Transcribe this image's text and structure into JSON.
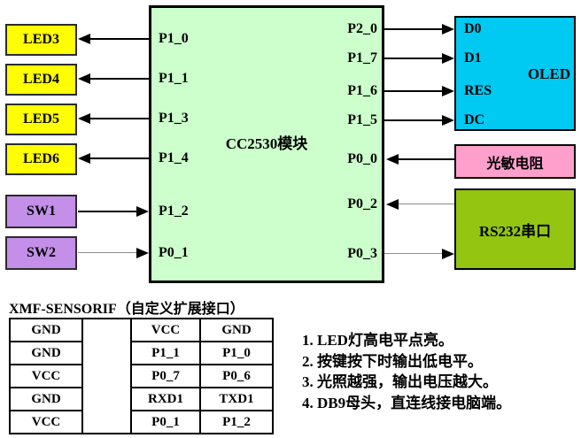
{
  "cc2530": {
    "label": "CC2530模块",
    "left_pins": [
      "P1_0",
      "P1_1",
      "P1_3",
      "P1_4",
      "P1_2",
      "P0_1"
    ],
    "right_pins": [
      "P2_0",
      "P1_7",
      "P1_6",
      "P1_5",
      "P0_0",
      "P0_2",
      "P0_3"
    ]
  },
  "led_boxes": [
    "LED3",
    "LED4",
    "LED5",
    "LED6"
  ],
  "switch_boxes": [
    "SW1",
    "SW2"
  ],
  "oled": {
    "label": "OLED",
    "pins": [
      "D0",
      "D1",
      "RES",
      "DC"
    ]
  },
  "photoresistor": {
    "label": "光敏电阻"
  },
  "rs232": {
    "label": "RS232串口"
  },
  "sensor_table": {
    "title": "XMF-SENSORIF（自定义扩展接口）",
    "rows": [
      [
        "GND",
        "VCC",
        "GND"
      ],
      [
        "GND",
        "P1_1",
        "P1_0"
      ],
      [
        "VCC",
        "P0_7",
        "P0_6"
      ],
      [
        "GND",
        "RXD1",
        "TXD1"
      ],
      [
        "VCC",
        "P0_1",
        "P1_2"
      ]
    ]
  },
  "notes": [
    "1. LED灯高电平点亮。",
    "2. 按键按下时输出低电平。",
    "3. 光照越强，输出电压越大。",
    "4. DB9母头，直连线接电脑端。"
  ],
  "colors": {
    "led_yellow": "#FFFF00",
    "switch_purple": "#C38FE9",
    "cpu_green": "#CCFFCC",
    "oled_cyan": "#00C9F2",
    "photo_pink": "#FF9FCC",
    "rs232_olive": "#94C511",
    "wire_black": "#000000",
    "wire_gray": "#8C8C8C"
  }
}
